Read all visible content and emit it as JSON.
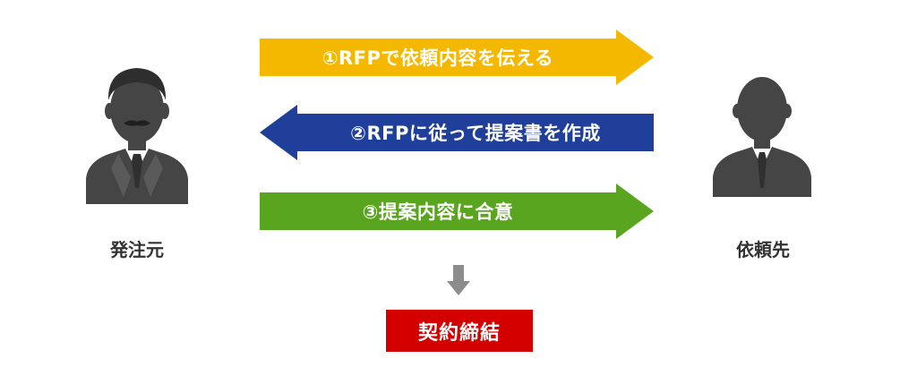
{
  "client": {
    "label": "発注元",
    "icon": "businessman-mustache-icon"
  },
  "vendor": {
    "label": "依頼先",
    "icon": "businessman-silhouette-icon"
  },
  "steps": [
    {
      "label": "①RFPで依頼内容を伝える",
      "direction": "right",
      "color": "#f5b800"
    },
    {
      "label": "②RFPに従って提案書を作成",
      "direction": "left",
      "color": "#1f3f9a"
    },
    {
      "label": "③提案内容に合意",
      "direction": "right",
      "color": "#5aa51f"
    }
  ],
  "down_arrow": {
    "icon": "down-arrow-icon",
    "color": "#8c8c8c"
  },
  "result": {
    "label": "契約締結",
    "color": "#d40000"
  }
}
